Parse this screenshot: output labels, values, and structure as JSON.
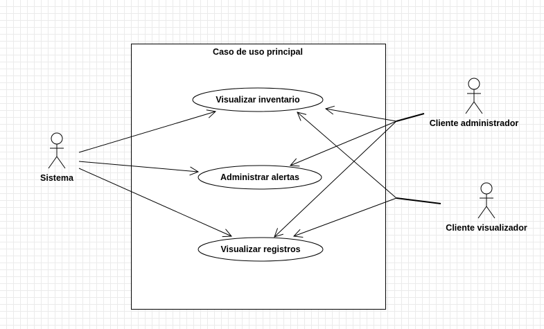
{
  "system_boundary": {
    "title": "Caso de uso principal"
  },
  "use_cases": {
    "visualizar_inventario": "Visualizar inventario",
    "administrar_alertas": "Administrar alertas",
    "visualizar_registros": "Visualizar registros"
  },
  "actors": {
    "sistema": "Sistema",
    "cliente_administrador": "Cliente administrador",
    "cliente_visualizador": "Cliente visualizador"
  }
}
